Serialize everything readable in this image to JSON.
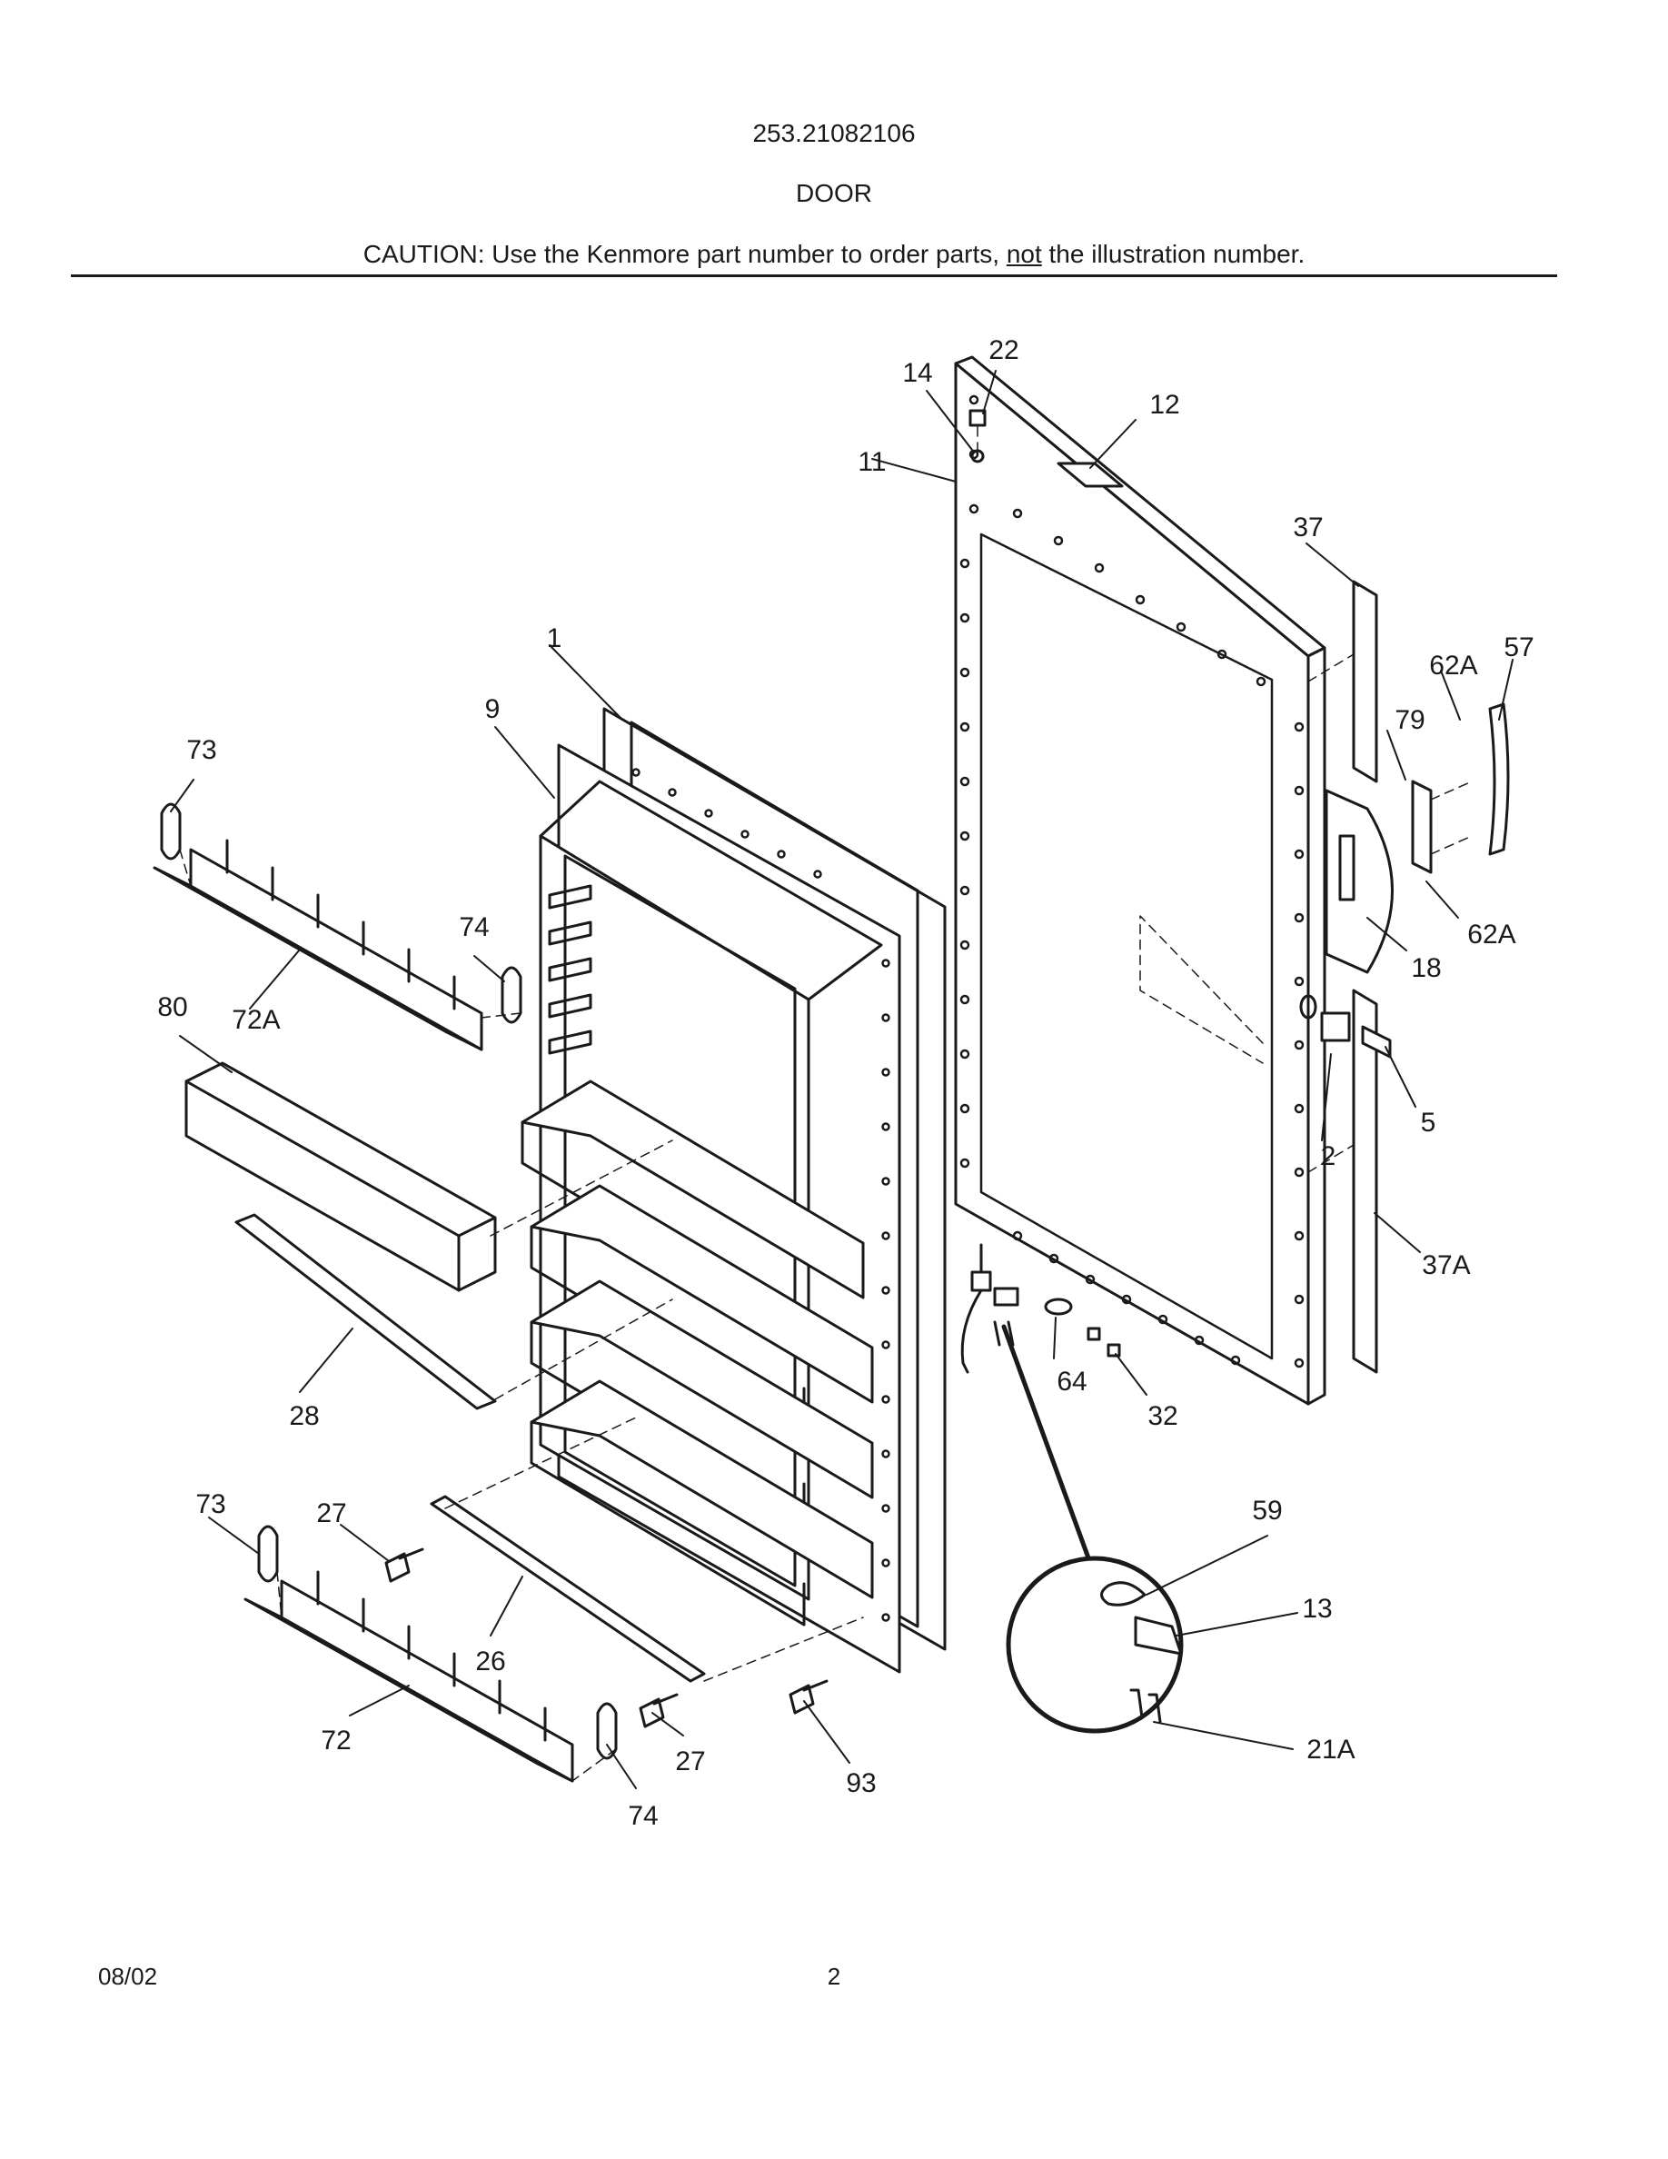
{
  "header": {
    "model": "253.21082106",
    "section": "DOOR",
    "caution_prefix": "CAUTION: Use the Kenmore part number to order parts, ",
    "caution_emphasis": "not",
    "caution_suffix": " the illustration number."
  },
  "callouts": [
    {
      "id": "22",
      "text": "22"
    },
    {
      "id": "14",
      "text": "14"
    },
    {
      "id": "12",
      "text": "12"
    },
    {
      "id": "11",
      "text": "11"
    },
    {
      "id": "37",
      "text": "37"
    },
    {
      "id": "1",
      "text": "1"
    },
    {
      "id": "9",
      "text": "9"
    },
    {
      "id": "62A-top",
      "text": "62A"
    },
    {
      "id": "57",
      "text": "57"
    },
    {
      "id": "79",
      "text": "79"
    },
    {
      "id": "73-top",
      "text": "73"
    },
    {
      "id": "62A-bottom",
      "text": "62A"
    },
    {
      "id": "74-top",
      "text": "74"
    },
    {
      "id": "18",
      "text": "18"
    },
    {
      "id": "80",
      "text": "80"
    },
    {
      "id": "72A",
      "text": "72A"
    },
    {
      "id": "5",
      "text": "5"
    },
    {
      "id": "2",
      "text": "2"
    },
    {
      "id": "37A",
      "text": "37A"
    },
    {
      "id": "64",
      "text": "64"
    },
    {
      "id": "28",
      "text": "28"
    },
    {
      "id": "32",
      "text": "32"
    },
    {
      "id": "59",
      "text": "59"
    },
    {
      "id": "73-bottom",
      "text": "73"
    },
    {
      "id": "27-top",
      "text": "27"
    },
    {
      "id": "13",
      "text": "13"
    },
    {
      "id": "26",
      "text": "26"
    },
    {
      "id": "72",
      "text": "72"
    },
    {
      "id": "21A",
      "text": "21A"
    },
    {
      "id": "27-bottom",
      "text": "27"
    },
    {
      "id": "93",
      "text": "93"
    },
    {
      "id": "74-bottom",
      "text": "74"
    }
  ],
  "footer": {
    "date": "08/02",
    "page_number": "2"
  }
}
